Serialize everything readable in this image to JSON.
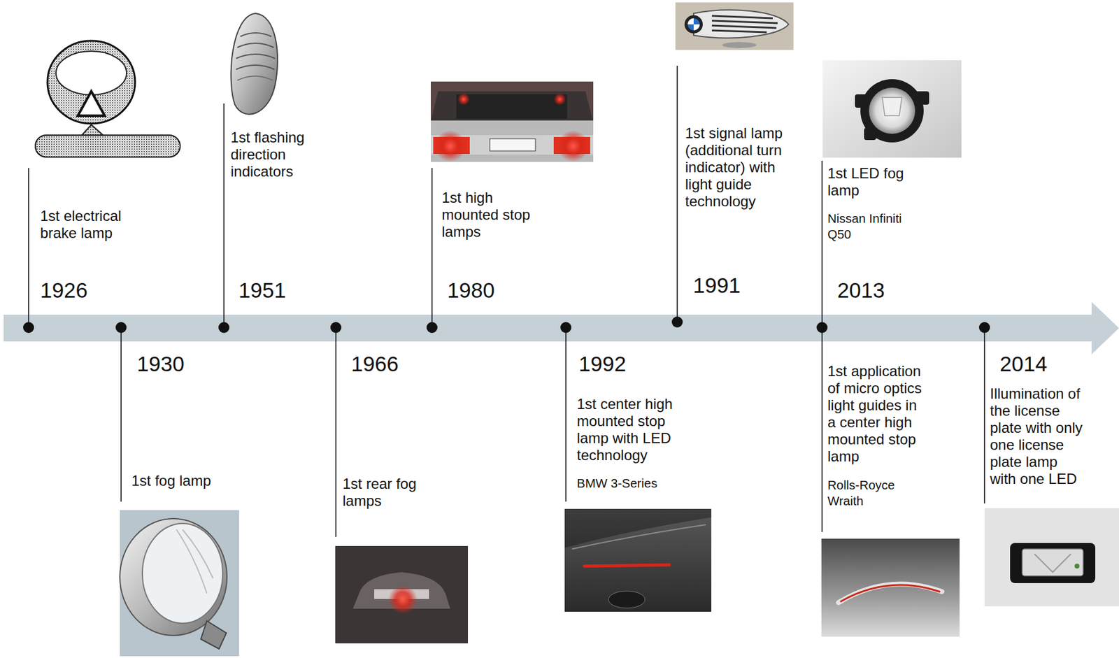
{
  "diagram": {
    "labels": [
      "1926",
      "1st electrical brake lamp",
      "1930",
      "1st fog lamp",
      "1951",
      "1st flashing direction indicators",
      "1966",
      "1st rear fog lamps",
      "1980",
      "1st high mounted stop lamps",
      "1992",
      "1st center high mounted stop lamp with LED technology",
      "BMW 3-Series",
      "1991",
      "1st signal lamp (additional turn indicator) with light guide technology",
      "2013",
      "1st LED fog lamp",
      "Nissan Infiniti Q50",
      "1st application of micro optics light guides in a center high mounted stop lamp",
      "Rolls-Royce Wraith",
      "2014",
      "Illumination of the license plate with only one license plate lamp with one LED"
    ]
  }
}
